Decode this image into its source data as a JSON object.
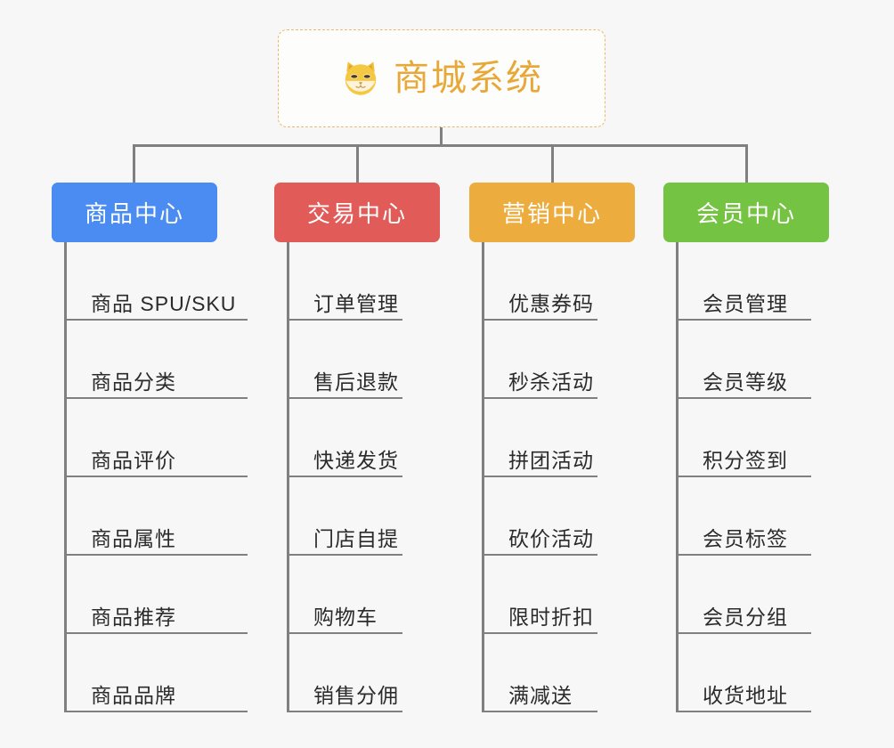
{
  "root": {
    "title": "商城系统",
    "icon": "shiba-dog-face-emoji",
    "border_color": "#e8b96a",
    "title_color": "#e8a838"
  },
  "connector_color": "#808080",
  "background_color": "#f7f7f7",
  "columns": [
    {
      "id": "product-center",
      "label": "商品中心",
      "color": "#4a8cf2",
      "items": [
        "商品 SPU/SKU",
        "商品分类",
        "商品评价",
        "商品属性",
        "商品推荐",
        "商品品牌"
      ]
    },
    {
      "id": "trade-center",
      "label": "交易中心",
      "color": "#e15b58",
      "items": [
        "订单管理",
        "售后退款",
        "快递发货",
        "门店自提",
        "购物车",
        "销售分佣"
      ]
    },
    {
      "id": "marketing-center",
      "label": "营销中心",
      "color": "#edad3e",
      "items": [
        "优惠券码",
        "秒杀活动",
        "拼团活动",
        "砍价活动",
        "限时折扣",
        "满减送"
      ]
    },
    {
      "id": "member-center",
      "label": "会员中心",
      "color": "#75c342",
      "items": [
        "会员管理",
        "会员等级",
        "积分签到",
        "会员标签",
        "会员分组",
        "收货地址"
      ]
    }
  ]
}
